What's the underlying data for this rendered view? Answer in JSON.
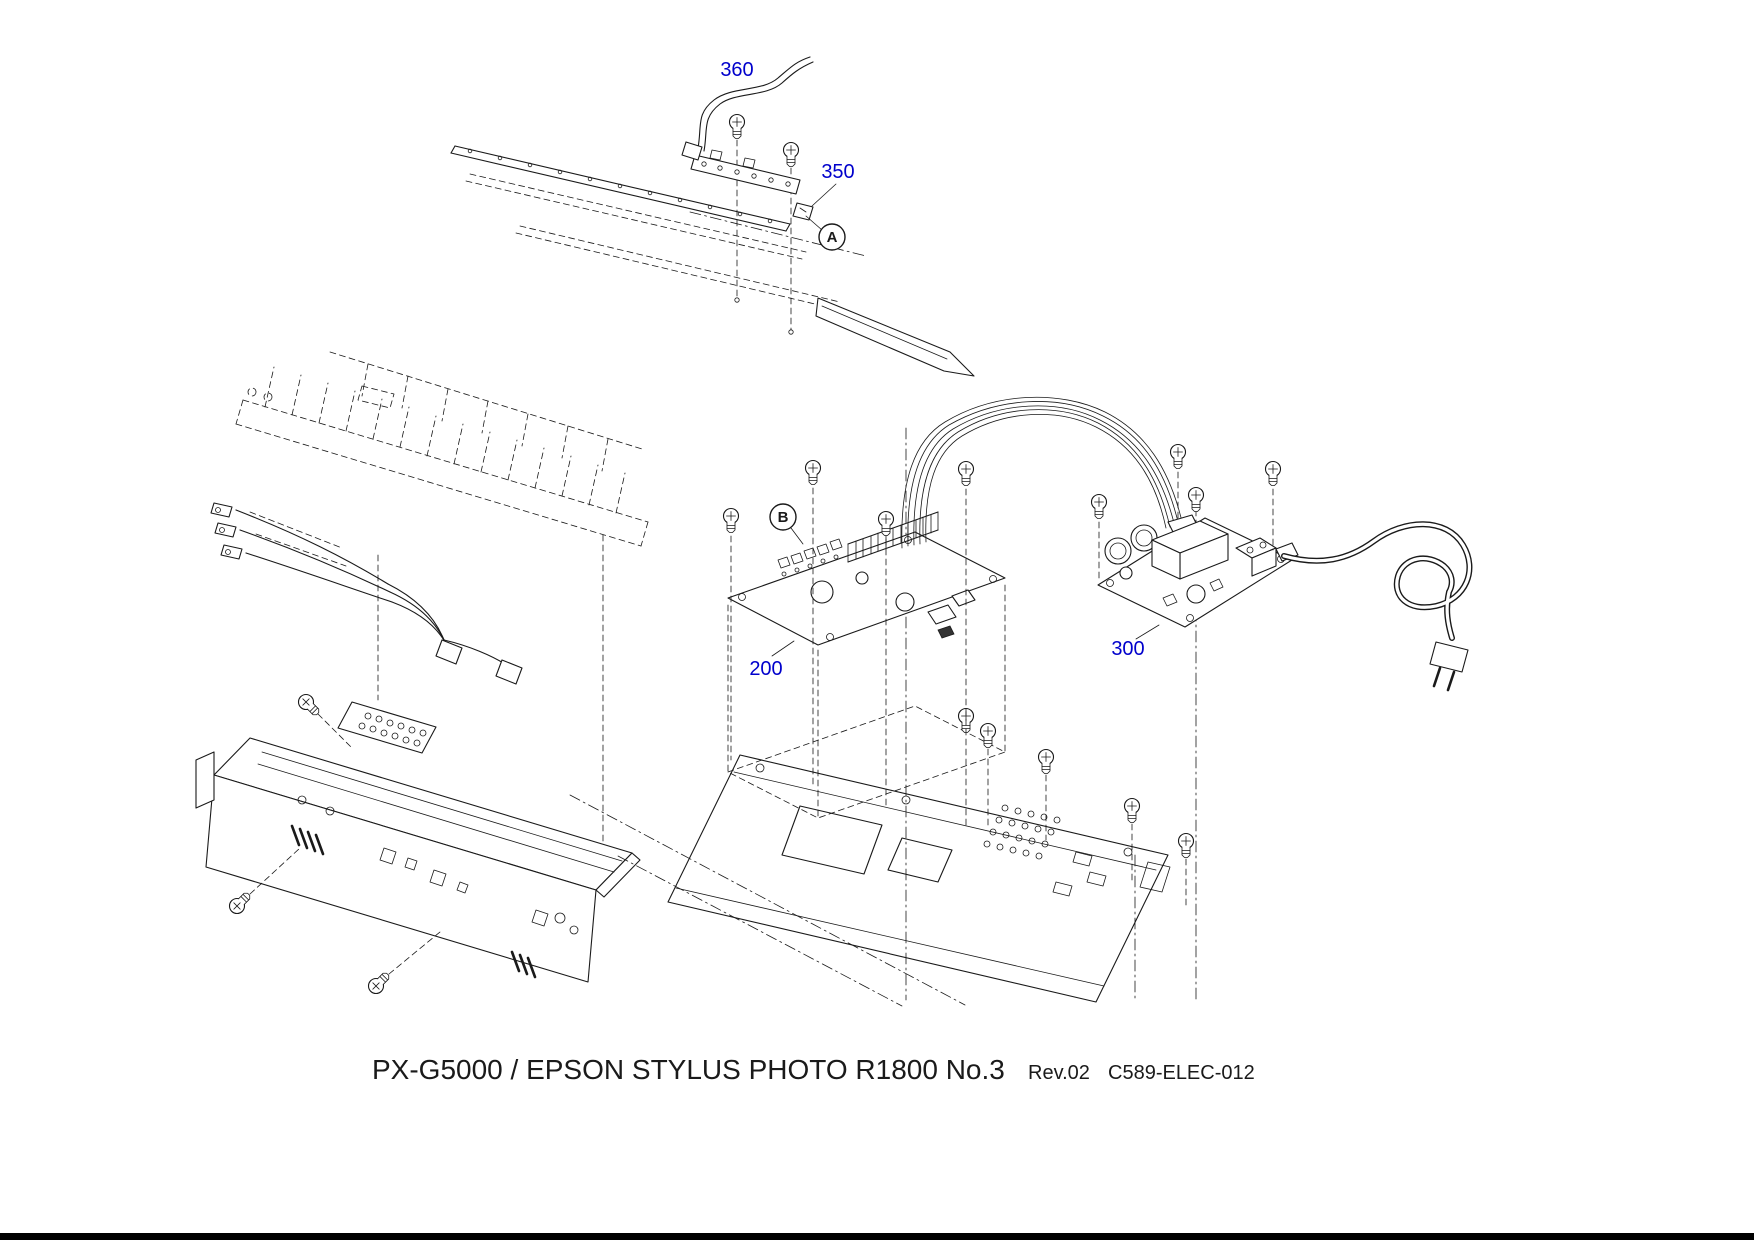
{
  "labels": {
    "cable_assembly": "360",
    "board_holder": "350",
    "main_board": "200",
    "power_supply_board": "300"
  },
  "callouts": {
    "a": "A",
    "b": "B"
  },
  "footer": {
    "title": "PX-G5000 / EPSON STYLUS PHOTO R1800  No.3",
    "revision": "Rev.02",
    "doc_code": "C589-ELEC-012"
  },
  "colors": {
    "part_label_blue": "#0000CC",
    "line_black": "#1a1a1a",
    "background": "#ffffff"
  }
}
